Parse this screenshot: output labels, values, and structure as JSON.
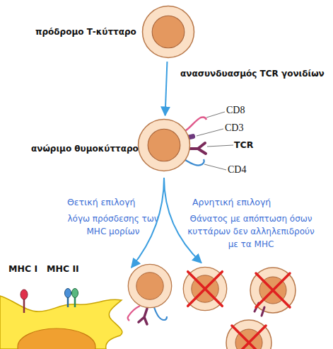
{
  "diagram": {
    "nodes": [
      {
        "text": [
          "πρόδρομο Τ-κύτταρο"
        ]
      },
      {
        "text": [
          "ανώριμο θυμοκύτταρο"
        ]
      },
      {
        "text": [
          "Θετική επιλογή",
          "λόγω πρόσδεσης των MHC μορίων"
        ]
      },
      {
        "text": [
          "Αρνητική επιλογή",
          "Θάνατος με απόπτωση όσων κυττάρων δεν αλληλεπιδρούν με τα MHC"
        ]
      }
    ],
    "edges": [
      {
        "from": 0,
        "to": 1,
        "arrow": "to",
        "label": "ανασυνδυασμός TCR γονιδίων"
      },
      {
        "from": 1,
        "to": 2,
        "arrow": "to"
      },
      {
        "from": 1,
        "to": 3,
        "arrow": "to"
      }
    ],
    "labels": [
      "CD8",
      "CD3",
      "TCR",
      "CD4",
      "MHC I",
      "MHC II"
    ]
  }
}
